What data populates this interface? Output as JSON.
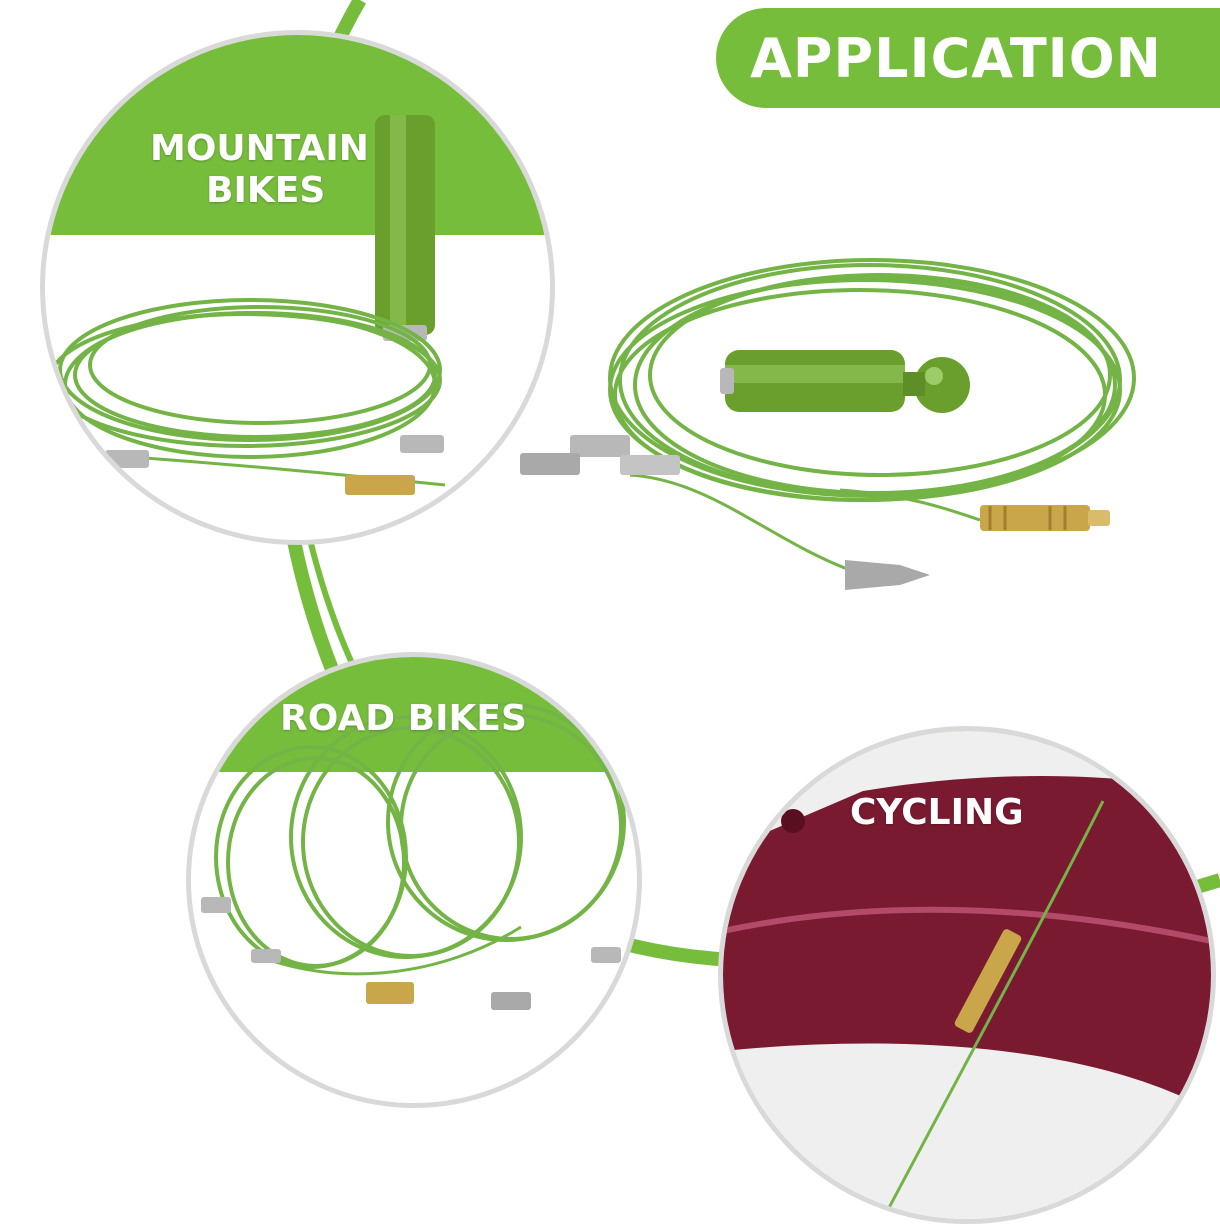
{
  "header": {
    "badge_text": "APPLICATION"
  },
  "circles": {
    "mountain": {
      "label_line1": "MOUNTAIN",
      "label_line2": "BIKES"
    },
    "road": {
      "label": "ROAD BIKES"
    },
    "cycling": {
      "label": "CYCLING"
    }
  },
  "colors": {
    "brand_green": "#77bd3c",
    "cable_green": "#74b447",
    "brass": "#c9a64a",
    "metal": "#b8b8b8",
    "frame_red": "#7a1a30"
  },
  "icons": [
    "cable-coil-icon",
    "hex-tool-icon",
    "brass-connector-icon",
    "metal-end-cap-icon"
  ]
}
